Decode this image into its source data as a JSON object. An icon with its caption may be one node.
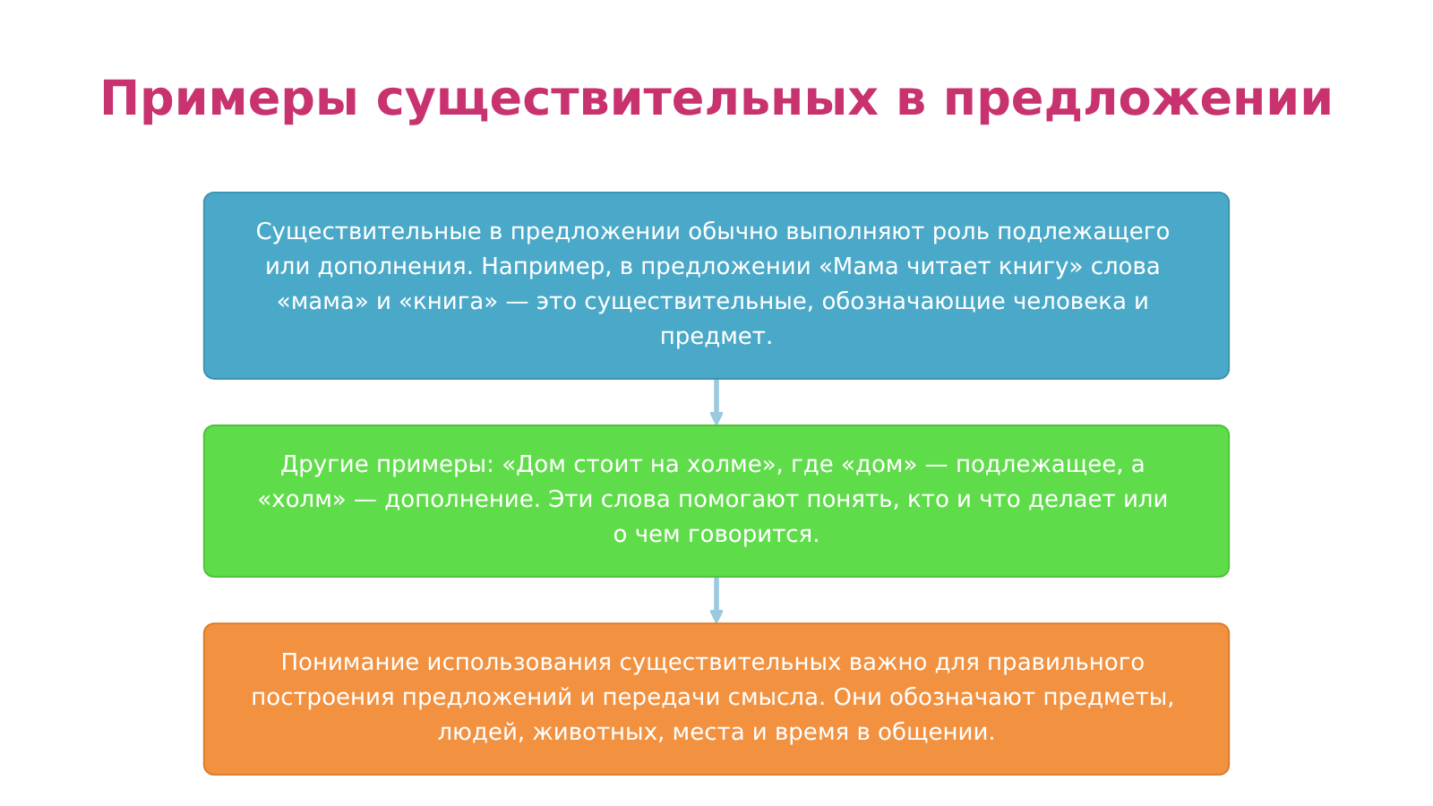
{
  "diagram": {
    "title": "Примеры существительных в предложении",
    "nodes": [
      {
        "text": [
          "Существительные в предложении обычно выполняют роль подлежащего или дополнения. Например, в предложении «Мама читает книгу» слова «мама» и «книга» — это существительные, обозначающие человека и предмет."
        ]
      },
      {
        "text": [
          "Другие примеры: «Дом стоит на холме», где «дом» — подлежащее, а «холм» — дополнение. Эти слова помогают понять, кто и что делает или о чем говорится."
        ]
      },
      {
        "text": [
          "Понимание использования существительных важно для правильного построения предложений и передачи смысла. Они обозначают предметы, людей, животных, места и время в общении."
        ]
      }
    ],
    "edges": [
      {
        "from": 0,
        "to": 1,
        "arrow": "to"
      },
      {
        "from": 1,
        "to": 2,
        "arrow": "to"
      }
    ]
  }
}
